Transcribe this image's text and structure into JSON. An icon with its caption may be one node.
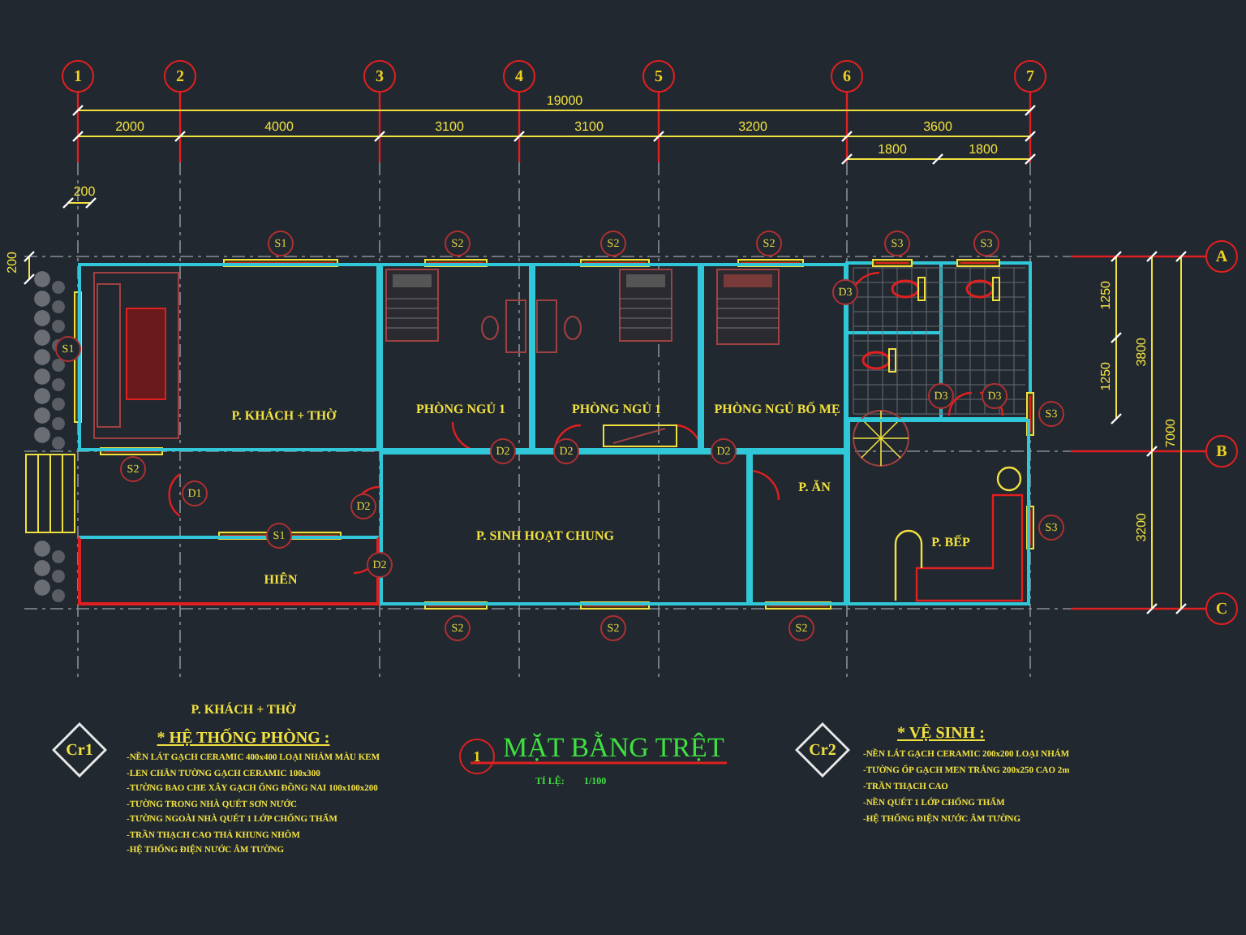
{
  "diagram": {
    "title": "MẶT BẰNG TRỆT",
    "nodes": [
      {
        "text": [
          "1"
        ]
      },
      {
        "text": [
          "2"
        ]
      },
      {
        "text": [
          "3"
        ]
      },
      {
        "text": [
          "4"
        ]
      },
      {
        "text": [
          "5"
        ]
      },
      {
        "text": [
          "6"
        ]
      },
      {
        "text": [
          "7"
        ]
      },
      {
        "text": [
          "S1"
        ]
      },
      {
        "text": [
          "S2"
        ]
      },
      {
        "text": [
          "S2"
        ]
      },
      {
        "text": [
          "S2"
        ]
      },
      {
        "text": [
          "S3"
        ]
      },
      {
        "text": [
          "S3"
        ]
      },
      {
        "text": [
          "A"
        ]
      },
      {
        "text": [
          "P. KHÁCH + THỜ"
        ]
      },
      {
        "text": [
          "PHÒNG NGỦ 1"
        ]
      },
      {
        "text": [
          "PHÒNG NGỦ 1"
        ]
      },
      {
        "text": [
          "PHÒNG NGỦ BỐ MẸ"
        ]
      },
      {
        "text": [
          "D3"
        ]
      },
      {
        "text": [
          "S1"
        ]
      },
      {
        "text": [
          "D3"
        ]
      },
      {
        "text": [
          "D3"
        ]
      },
      {
        "text": [
          "S3"
        ]
      },
      {
        "text": [
          "D2"
        ]
      },
      {
        "text": [
          "D2"
        ]
      },
      {
        "text": [
          "D2"
        ]
      },
      {
        "text": [
          "B"
        ]
      },
      {
        "text": [
          "S2"
        ]
      },
      {
        "text": [
          "P. ĂN"
        ]
      },
      {
        "text": [
          "D1"
        ]
      },
      {
        "text": [
          "D2"
        ]
      },
      {
        "text": [
          "P. SINH HOẠT CHUNG"
        ]
      },
      {
        "text": [
          "P. BẾP"
        ]
      },
      {
        "text": [
          "S3"
        ]
      },
      {
        "text": [
          "S1"
        ]
      },
      {
        "text": [
          "D2"
        ]
      },
      {
        "text": [
          "HIÊN"
        ]
      },
      {
        "text": [
          "C"
        ]
      },
      {
        "text": [
          "S2"
        ]
      },
      {
        "text": [
          "S2"
        ]
      },
      {
        "text": [
          "S2"
        ]
      },
      {
        "text": [
          "Cr1"
        ]
      },
      {
        "text": [
          "1"
        ]
      },
      {
        "text": [
          "Cr2"
        ]
      }
    ],
    "edges": [],
    "labels": [
      "19000",
      "2000",
      "4000",
      "3100",
      "3100",
      "3200",
      "3600",
      "1800",
      "1800",
      "200",
      "200",
      "1250",
      "3800",
      "1250",
      "7000",
      "3200",
      "P. KHÁCH + THỜ",
      "* HỆ THỐNG PHÒNG :",
      "-NỀN LÁT GẠCH CERAMIC 400x400 LOẠI NHÁM MÀU KEM",
      "-LEN CHÂN TƯỜNG GẠCH CERAMIC 100x300",
      "-TƯỜNG BAO CHE XÂY GẠCH ỐNG ĐỒNG NAI 100x100x200",
      "-TƯỜNG TRONG NHÀ QUÉT SƠN NƯỚC",
      "-TƯỜNG NGOÀI NHÀ QUÉT 1 LỚP CHỐNG THẤM",
      "-TRẦN THẠCH CAO THẢ KHUNG NHÔM",
      "-HỆ THỐNG ĐIỆN NƯỚC ÂM TƯỜNG",
      "TỈ LỆ:",
      "1/100",
      "* VỆ SINH :",
      "-NỀN LÁT GẠCH CERAMIC 200x200 LOẠI NHÁM",
      "-TƯỜNG ỐP GẠCH MEN TRẮNG 200x250 CAO 2m",
      "-TRẦN THẠCH CAO",
      "-NỀN QUÉT 1 LỚP CHỐNG THẤM",
      "-HỆ THỐNG ĐIỆN NƯỚC ÂM TƯỜNG"
    ]
  }
}
